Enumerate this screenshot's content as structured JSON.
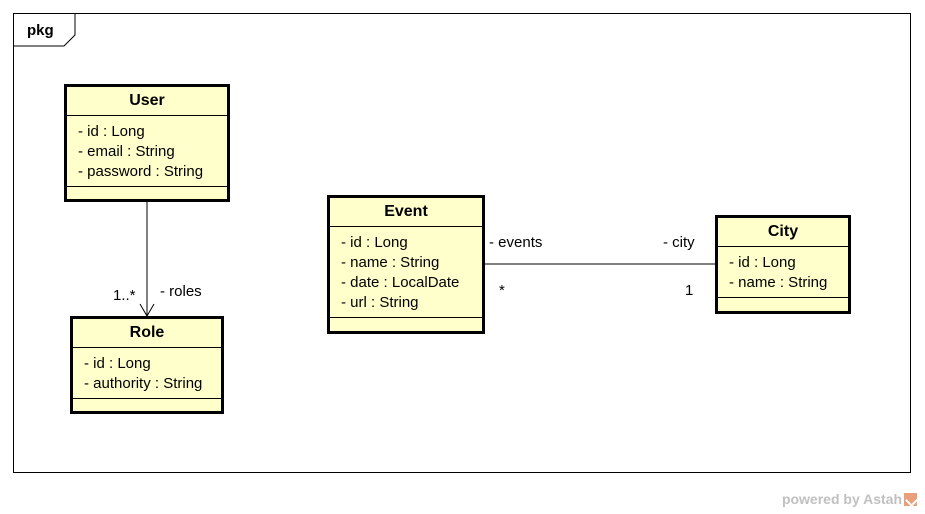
{
  "package": {
    "label": "pkg"
  },
  "classes": {
    "user": {
      "name": "User",
      "attributes": [
        "- id : Long",
        "- email : String",
        "- password : String"
      ]
    },
    "role": {
      "name": "Role",
      "attributes": [
        "- id : Long",
        "- authority : String"
      ]
    },
    "event": {
      "name": "Event",
      "attributes": [
        "- id : Long",
        "- name : String",
        "- date : LocalDate",
        "- url : String"
      ]
    },
    "city": {
      "name": "City",
      "attributes": [
        "- id : Long",
        "- name : String"
      ]
    }
  },
  "associations": {
    "user_role": {
      "role_label": "- roles",
      "multiplicity": "1..*"
    },
    "event_city": {
      "event_end_label": "- events",
      "event_end_multiplicity": "*",
      "city_end_label": "- city",
      "city_end_multiplicity": "1"
    }
  },
  "footer": {
    "text": "powered by Astah"
  }
}
